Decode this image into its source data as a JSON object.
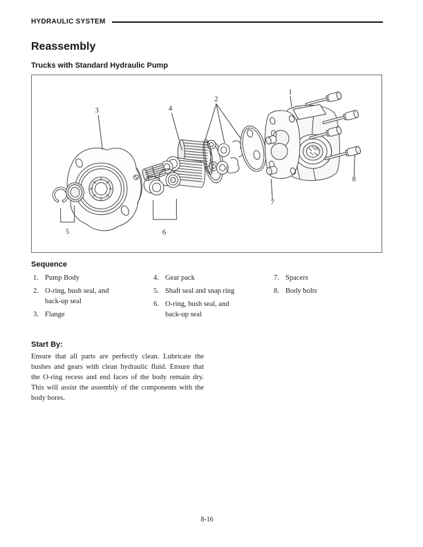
{
  "page": {
    "header": "HYDRAULIC SYSTEM",
    "title": "Reassembly",
    "subtitle": "Trucks with Standard Hydraulic Pump",
    "page_number": "8-16"
  },
  "figure": {
    "description": "Exploded view of standard hydraulic pump",
    "labels": [
      "1",
      "2",
      "3",
      "4",
      "5",
      "6",
      "7",
      "8"
    ]
  },
  "sequence": {
    "heading": "Sequence",
    "columns": [
      {
        "items": [
          {
            "num": "1.",
            "lines": [
              "Pump Body"
            ]
          },
          {
            "num": "2.",
            "lines": [
              "O-ring, bush seal, and",
              "back-up seal"
            ]
          },
          {
            "num": "3.",
            "lines": [
              "Flange"
            ]
          }
        ]
      },
      {
        "items": [
          {
            "num": "4.",
            "lines": [
              "Gear pack"
            ]
          },
          {
            "num": "5.",
            "lines": [
              "Shaft seal and snap ring"
            ]
          },
          {
            "num": "6.",
            "lines": [
              "O-ring, bush seal, and",
              "back-up seal"
            ]
          }
        ]
      },
      {
        "items": [
          {
            "num": "7.",
            "lines": [
              "Spacers"
            ]
          },
          {
            "num": "8.",
            "lines": [
              "Body bolts"
            ]
          }
        ]
      }
    ]
  },
  "start_by": {
    "heading": "Start By:",
    "body": "Ensure that all parts are perfectly clean. Lubricate the bushes and gears with clean hydraulic fluid. Ensure that the O-ring recess and end faces of the body remain dry. This will assist the assembly of the components with the body bores."
  }
}
